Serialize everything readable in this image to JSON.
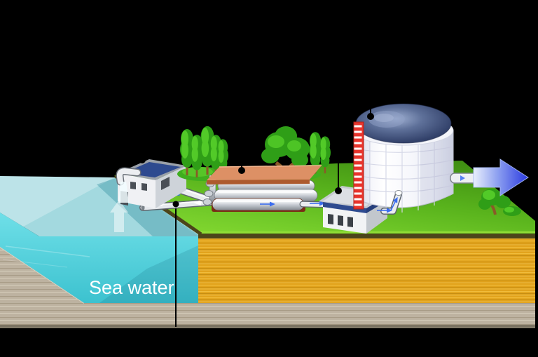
{
  "labels": {
    "sea_water": "Sea water"
  },
  "colors": {
    "background": "#000000",
    "sea_surface": "#afe9f0",
    "sea_front": "#46c9d5",
    "land_green": "#5fb81f",
    "shore_edge_olive": "#4c451a",
    "soil_front": "#e2a31c",
    "bedrock": "#bdb2a0",
    "building_roof_navy": "#2e4a8f",
    "pretreatment_roof_salmon": "#dd9065",
    "pipe_gray": "#e8ebee",
    "tank_body": "#f6f7fb",
    "tank_dome_navy": "#2c3a62",
    "tank_ladder_red": "#e8342c",
    "flow_arrow_blue": "#3a6cf0",
    "flow_arrow_white": "#ffffff",
    "output_arrow_blue": "#2b3ae0",
    "callout_black": "#000000"
  },
  "components": [
    "sea-water-body",
    "intake-pump-house",
    "intake-suction-arrow",
    "brine-return-pipe",
    "feed-pipe",
    "pretreatment-membrane-rack",
    "post-treatment-building",
    "water-storage-tank",
    "tank-ladder",
    "distribution-output-arrow",
    "trees",
    "callout-dots"
  ],
  "flow": {
    "brine_return_direction": "left",
    "feed_direction": "right",
    "output_direction": "right"
  }
}
